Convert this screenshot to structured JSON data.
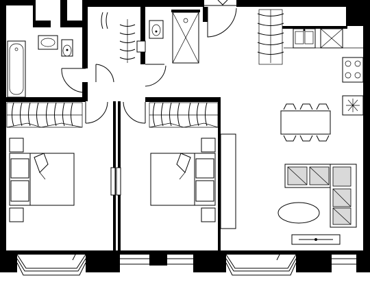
{
  "plan": {
    "rooms": [
      {
        "id": "bathroom",
        "icon": "bathtub-icon"
      },
      {
        "id": "wardrobe-hall",
        "icon": "hangers-icon"
      },
      {
        "id": "shower-room",
        "icon": "shower-icon"
      },
      {
        "id": "kitchen",
        "icon": "kitchen-icon"
      },
      {
        "id": "dining-living",
        "icon": "dining-table-icon"
      },
      {
        "id": "bedroom-left",
        "icon": "double-bed-icon"
      },
      {
        "id": "bedroom-right",
        "icon": "double-bed-icon"
      }
    ],
    "colors": {
      "wall": "#000000",
      "background": "#ffffff",
      "furniture_fill": "#ffffff",
      "shade": "#d9d9d9"
    }
  }
}
